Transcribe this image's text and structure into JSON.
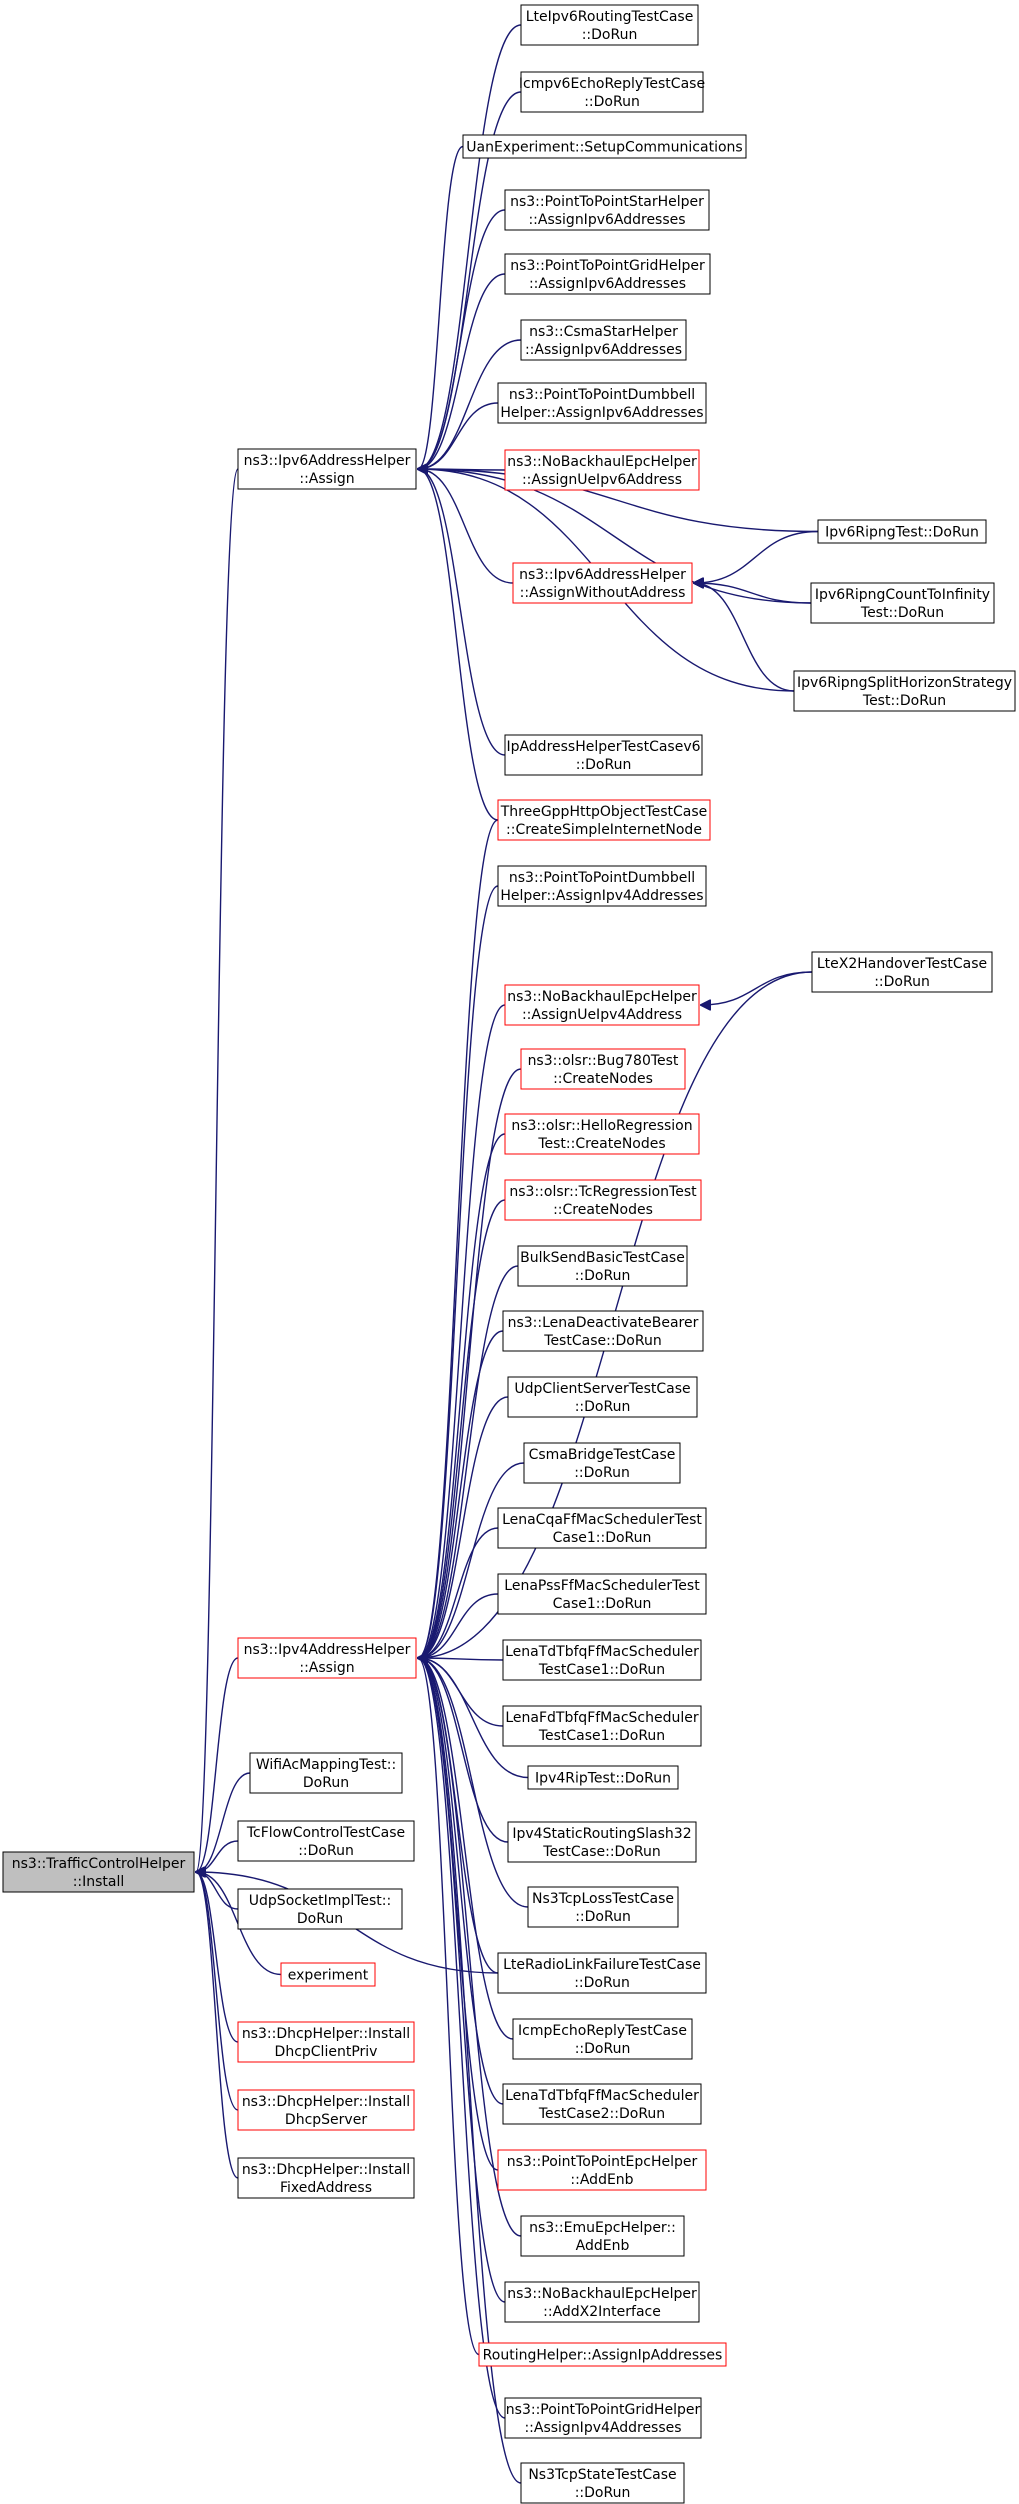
{
  "colors": {
    "edge": "#191970",
    "box_border_black": "#000000",
    "box_border_red": "#ff0000",
    "root_fill": "#bfbfbf",
    "box_fill": "#ffffff"
  },
  "nodes": [
    {
      "id": "root",
      "lines": [
        "ns3::TrafficControlHelper",
        "::Install"
      ],
      "border": "black",
      "root": true
    },
    {
      "id": "ipv6assign",
      "lines": [
        "ns3::Ipv6AddressHelper",
        "::Assign"
      ],
      "border": "black"
    },
    {
      "id": "ipv4assign",
      "lines": [
        "ns3::Ipv4AddressHelper",
        "::Assign"
      ],
      "border": "red"
    },
    {
      "id": "wifiac",
      "lines": [
        "WifiAcMappingTest::",
        "DoRun"
      ],
      "border": "black"
    },
    {
      "id": "tcflow",
      "lines": [
        "TcFlowControlTestCase",
        "::DoRun"
      ],
      "border": "black"
    },
    {
      "id": "udpsock",
      "lines": [
        "UdpSocketImplTest::",
        "DoRun"
      ],
      "border": "black"
    },
    {
      "id": "experiment",
      "lines": [
        "experiment"
      ],
      "border": "red"
    },
    {
      "id": "dhcpclient",
      "lines": [
        "ns3::DhcpHelper::Install",
        "DhcpClientPriv"
      ],
      "border": "red"
    },
    {
      "id": "dhcpserver",
      "lines": [
        "ns3::DhcpHelper::Install",
        "DhcpServer"
      ],
      "border": "red"
    },
    {
      "id": "dhcpfixed",
      "lines": [
        "ns3::DhcpHelper::Install",
        "FixedAddress"
      ],
      "border": "black"
    },
    {
      "id": "lteipv6",
      "lines": [
        "LteIpv6RoutingTestCase",
        "::DoRun"
      ],
      "border": "black"
    },
    {
      "id": "icmpv6",
      "lines": [
        "Icmpv6EchoReplyTestCase",
        "::DoRun"
      ],
      "border": "black"
    },
    {
      "id": "uanexp",
      "lines": [
        "UanExperiment::SetupCommunications"
      ],
      "border": "black"
    },
    {
      "id": "p2pstar6",
      "lines": [
        "ns3::PointToPointStarHelper",
        "::AssignIpv6Addresses"
      ],
      "border": "black"
    },
    {
      "id": "p2pgrid6",
      "lines": [
        "ns3::PointToPointGridHelper",
        "::AssignIpv6Addresses"
      ],
      "border": "black"
    },
    {
      "id": "csmastar6",
      "lines": [
        "ns3::CsmaStarHelper",
        "::AssignIpv6Addresses"
      ],
      "border": "black"
    },
    {
      "id": "p2pdumb6",
      "lines": [
        "ns3::PointToPointDumbbell",
        "Helper::AssignIpv6Addresses"
      ],
      "border": "black"
    },
    {
      "id": "nobackhaul6",
      "lines": [
        "ns3::NoBackhaulEpcHelper",
        "::AssignUeIpv6Address"
      ],
      "border": "red"
    },
    {
      "id": "withoutaddr",
      "lines": [
        "ns3::Ipv6AddressHelper",
        "::AssignWithoutAddress"
      ],
      "border": "red"
    },
    {
      "id": "ipaddrtest6",
      "lines": [
        "IpAddressHelperTestCasev6",
        "::DoRun"
      ],
      "border": "black"
    },
    {
      "id": "threegpp",
      "lines": [
        "ThreeGppHttpObjectTestCase",
        "::CreateSimpleInternetNode"
      ],
      "border": "red"
    },
    {
      "id": "ripng",
      "lines": [
        "Ipv6RipngTest::DoRun"
      ],
      "border": "black"
    },
    {
      "id": "ripngcount",
      "lines": [
        "Ipv6RipngCountToInfinity",
        "Test::DoRun"
      ],
      "border": "black"
    },
    {
      "id": "ripngsplit",
      "lines": [
        "Ipv6RipngSplitHorizonStrategy",
        "Test::DoRun"
      ],
      "border": "black"
    },
    {
      "id": "p2pdumb4",
      "lines": [
        "ns3::PointToPointDumbbell",
        "Helper::AssignIpv4Addresses"
      ],
      "border": "black"
    },
    {
      "id": "nobackhaul4",
      "lines": [
        "ns3::NoBackhaulEpcHelper",
        "::AssignUeIpv4Address"
      ],
      "border": "red"
    },
    {
      "id": "ltex2",
      "lines": [
        "LteX2HandoverTestCase",
        "::DoRun"
      ],
      "border": "black"
    },
    {
      "id": "bug780",
      "lines": [
        "ns3::olsr::Bug780Test",
        "::CreateNodes"
      ],
      "border": "red"
    },
    {
      "id": "helloreg",
      "lines": [
        "ns3::olsr::HelloRegression",
        "Test::CreateNodes"
      ],
      "border": "red"
    },
    {
      "id": "tcreg",
      "lines": [
        "ns3::olsr::TcRegressionTest",
        "::CreateNodes"
      ],
      "border": "red"
    },
    {
      "id": "bulksend",
      "lines": [
        "BulkSendBasicTestCase",
        "::DoRun"
      ],
      "border": "black"
    },
    {
      "id": "lenadeact",
      "lines": [
        "ns3::LenaDeactivateBearer",
        "TestCase::DoRun"
      ],
      "border": "black"
    },
    {
      "id": "udpclient",
      "lines": [
        "UdpClientServerTestCase",
        "::DoRun"
      ],
      "border": "black"
    },
    {
      "id": "csmabridge",
      "lines": [
        "CsmaBridgeTestCase",
        "::DoRun"
      ],
      "border": "black"
    },
    {
      "id": "lenacqa",
      "lines": [
        "LenaCqaFfMacSchedulerTest",
        "Case1::DoRun"
      ],
      "border": "black"
    },
    {
      "id": "lenapss",
      "lines": [
        "LenaPssFfMacSchedulerTest",
        "Case1::DoRun"
      ],
      "border": "black"
    },
    {
      "id": "lenatdtbfq1",
      "lines": [
        "LenaTdTbfqFfMacScheduler",
        "TestCase1::DoRun"
      ],
      "border": "black"
    },
    {
      "id": "lenafdtbfq1",
      "lines": [
        "LenaFdTbfqFfMacScheduler",
        "TestCase1::DoRun"
      ],
      "border": "black"
    },
    {
      "id": "ipv4rip",
      "lines": [
        "Ipv4RipTest::DoRun"
      ],
      "border": "black"
    },
    {
      "id": "ipv4static",
      "lines": [
        "Ipv4StaticRoutingSlash32",
        "TestCase::DoRun"
      ],
      "border": "black"
    },
    {
      "id": "ns3tcploss",
      "lines": [
        "Ns3TcpLossTestCase",
        "::DoRun"
      ],
      "border": "black"
    },
    {
      "id": "lteradio",
      "lines": [
        "LteRadioLinkFailureTestCase",
        "::DoRun"
      ],
      "border": "black"
    },
    {
      "id": "icmpecho",
      "lines": [
        "IcmpEchoReplyTestCase",
        "::DoRun"
      ],
      "border": "black"
    },
    {
      "id": "lenatdtbfq2",
      "lines": [
        "LenaTdTbfqFfMacScheduler",
        "TestCase2::DoRun"
      ],
      "border": "black"
    },
    {
      "id": "p2pepc",
      "lines": [
        "ns3::PointToPointEpcHelper",
        "::AddEnb"
      ],
      "border": "red"
    },
    {
      "id": "emuepc",
      "lines": [
        "ns3::EmuEpcHelper::",
        "AddEnb"
      ],
      "border": "black"
    },
    {
      "id": "nobackhaulx2",
      "lines": [
        "ns3::NoBackhaulEpcHelper",
        "::AddX2Interface"
      ],
      "border": "black"
    },
    {
      "id": "routinghelper",
      "lines": [
        "RoutingHelper::AssignIpAddresses"
      ],
      "border": "red"
    },
    {
      "id": "p2pgrid4",
      "lines": [
        "ns3::PointToPointGridHelper",
        "::AssignIpv4Addresses"
      ],
      "border": "black"
    },
    {
      "id": "ns3tcpstate",
      "lines": [
        "Ns3TcpStateTestCase",
        "::DoRun"
      ],
      "border": "black"
    }
  ],
  "edges": [
    [
      "ipv6assign",
      "root"
    ],
    [
      "ipv4assign",
      "root"
    ],
    [
      "wifiac",
      "root"
    ],
    [
      "tcflow",
      "root"
    ],
    [
      "udpsock",
      "root"
    ],
    [
      "experiment",
      "root"
    ],
    [
      "dhcpclient",
      "root"
    ],
    [
      "dhcpserver",
      "root"
    ],
    [
      "dhcpfixed",
      "root"
    ],
    [
      "lteradio",
      "root"
    ],
    [
      "lteipv6",
      "ipv6assign"
    ],
    [
      "icmpv6",
      "ipv6assign"
    ],
    [
      "uanexp",
      "ipv6assign"
    ],
    [
      "p2pstar6",
      "ipv6assign"
    ],
    [
      "p2pgrid6",
      "ipv6assign"
    ],
    [
      "csmastar6",
      "ipv6assign"
    ],
    [
      "p2pdumb6",
      "ipv6assign"
    ],
    [
      "nobackhaul6",
      "ipv6assign"
    ],
    [
      "ripng",
      "ipv6assign"
    ],
    [
      "withoutaddr",
      "ipv6assign"
    ],
    [
      "ripngcount",
      "ipv6assign"
    ],
    [
      "ripngsplit",
      "ipv6assign"
    ],
    [
      "ipaddrtest6",
      "ipv6assign"
    ],
    [
      "threegpp",
      "ipv6assign"
    ],
    [
      "ripng",
      "withoutaddr"
    ],
    [
      "ripngcount",
      "withoutaddr"
    ],
    [
      "ripngsplit",
      "withoutaddr"
    ],
    [
      "threegpp",
      "ipv4assign"
    ],
    [
      "p2pdumb4",
      "ipv4assign"
    ],
    [
      "ltex2",
      "ipv4assign"
    ],
    [
      "nobackhaul4",
      "ipv4assign"
    ],
    [
      "bug780",
      "ipv4assign"
    ],
    [
      "helloreg",
      "ipv4assign"
    ],
    [
      "tcreg",
      "ipv4assign"
    ],
    [
      "bulksend",
      "ipv4assign"
    ],
    [
      "lenadeact",
      "ipv4assign"
    ],
    [
      "udpclient",
      "ipv4assign"
    ],
    [
      "csmabridge",
      "ipv4assign"
    ],
    [
      "lenacqa",
      "ipv4assign"
    ],
    [
      "lenapss",
      "ipv4assign"
    ],
    [
      "lenatdtbfq1",
      "ipv4assign"
    ],
    [
      "lenafdtbfq1",
      "ipv4assign"
    ],
    [
      "ipv4rip",
      "ipv4assign"
    ],
    [
      "ipv4static",
      "ipv4assign"
    ],
    [
      "ns3tcploss",
      "ipv4assign"
    ],
    [
      "lteradio",
      "ipv4assign"
    ],
    [
      "icmpecho",
      "ipv4assign"
    ],
    [
      "lenatdtbfq2",
      "ipv4assign"
    ],
    [
      "p2pepc",
      "ipv4assign"
    ],
    [
      "emuepc",
      "ipv4assign"
    ],
    [
      "nobackhaulx2",
      "ipv4assign"
    ],
    [
      "routinghelper",
      "ipv4assign"
    ],
    [
      "p2pgrid4",
      "ipv4assign"
    ],
    [
      "ns3tcpstate",
      "ipv4assign"
    ],
    [
      "ltex2",
      "nobackhaul4"
    ]
  ]
}
